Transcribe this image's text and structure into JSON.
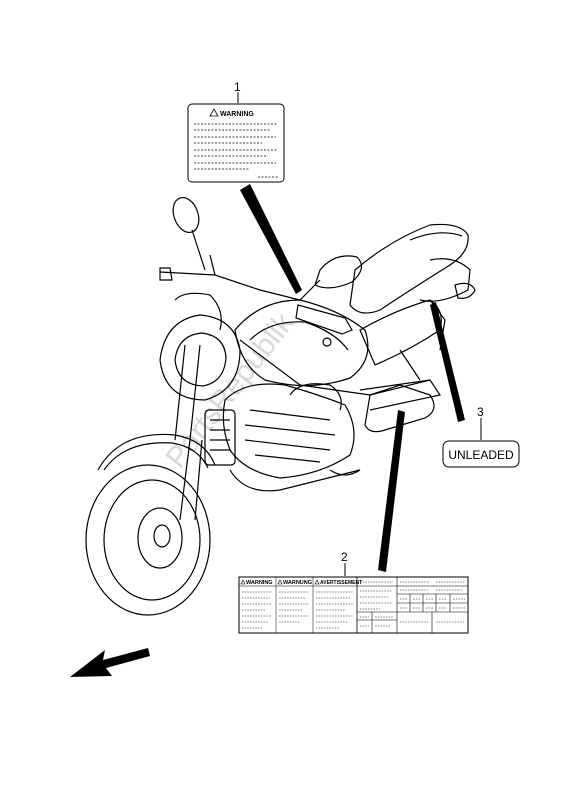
{
  "callouts": [
    {
      "number": "1"
    },
    {
      "number": "2"
    },
    {
      "number": "3"
    }
  ],
  "label1": {
    "heading": "WARNING"
  },
  "label2": {
    "headings": [
      "WARNING",
      "WARNUNG",
      "AVERTISSEMENT"
    ]
  },
  "label3": {
    "text": "UNLEADED"
  },
  "watermark": {
    "text": "PartsRepublik"
  },
  "icons": {
    "direction_arrow": "front-direction-arrow-icon",
    "warning_triangle": "warning-triangle-icon"
  }
}
